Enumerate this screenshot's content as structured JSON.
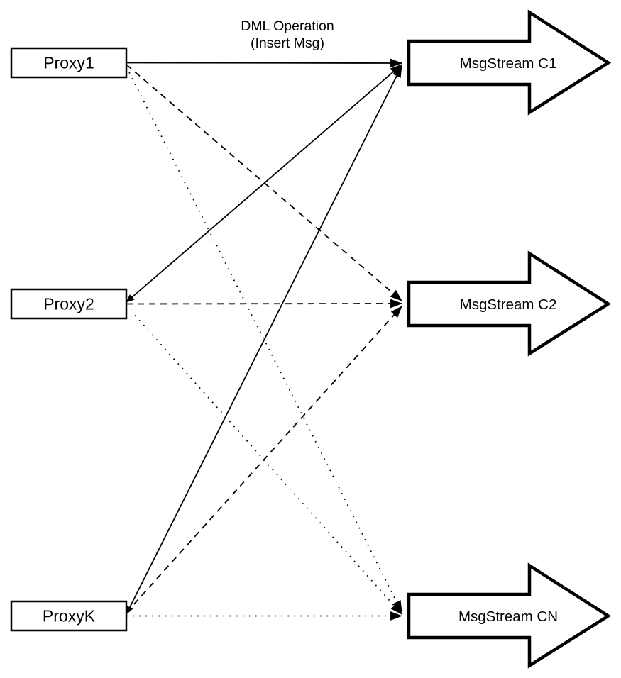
{
  "diagram": {
    "title": {
      "line1": "DML Operation",
      "line2": "(Insert Msg)"
    },
    "proxies": [
      {
        "label": "Proxy1"
      },
      {
        "label": "Proxy2"
      },
      {
        "label": "ProxyK"
      }
    ],
    "streams": [
      {
        "label": "MsgStream C1"
      },
      {
        "label": "MsgStream C2"
      },
      {
        "label": "MsgStream CN"
      }
    ],
    "edges": [
      {
        "from": "Proxy1",
        "to": "MsgStream C1",
        "style": "solid"
      },
      {
        "from": "Proxy2",
        "to": "MsgStream C1",
        "style": "solid"
      },
      {
        "from": "ProxyK",
        "to": "MsgStream C1",
        "style": "solid"
      },
      {
        "from": "Proxy1",
        "to": "MsgStream C2",
        "style": "dashed"
      },
      {
        "from": "Proxy2",
        "to": "MsgStream C2",
        "style": "dashed"
      },
      {
        "from": "ProxyK",
        "to": "MsgStream C2",
        "style": "dashed"
      },
      {
        "from": "Proxy1",
        "to": "MsgStream CN",
        "style": "dotted"
      },
      {
        "from": "Proxy2",
        "to": "MsgStream CN",
        "style": "dotted"
      },
      {
        "from": "ProxyK",
        "to": "MsgStream CN",
        "style": "dotted"
      }
    ],
    "colors": {
      "stroke": "#000000",
      "fill": "#ffffff",
      "background": "#ffffff"
    }
  }
}
